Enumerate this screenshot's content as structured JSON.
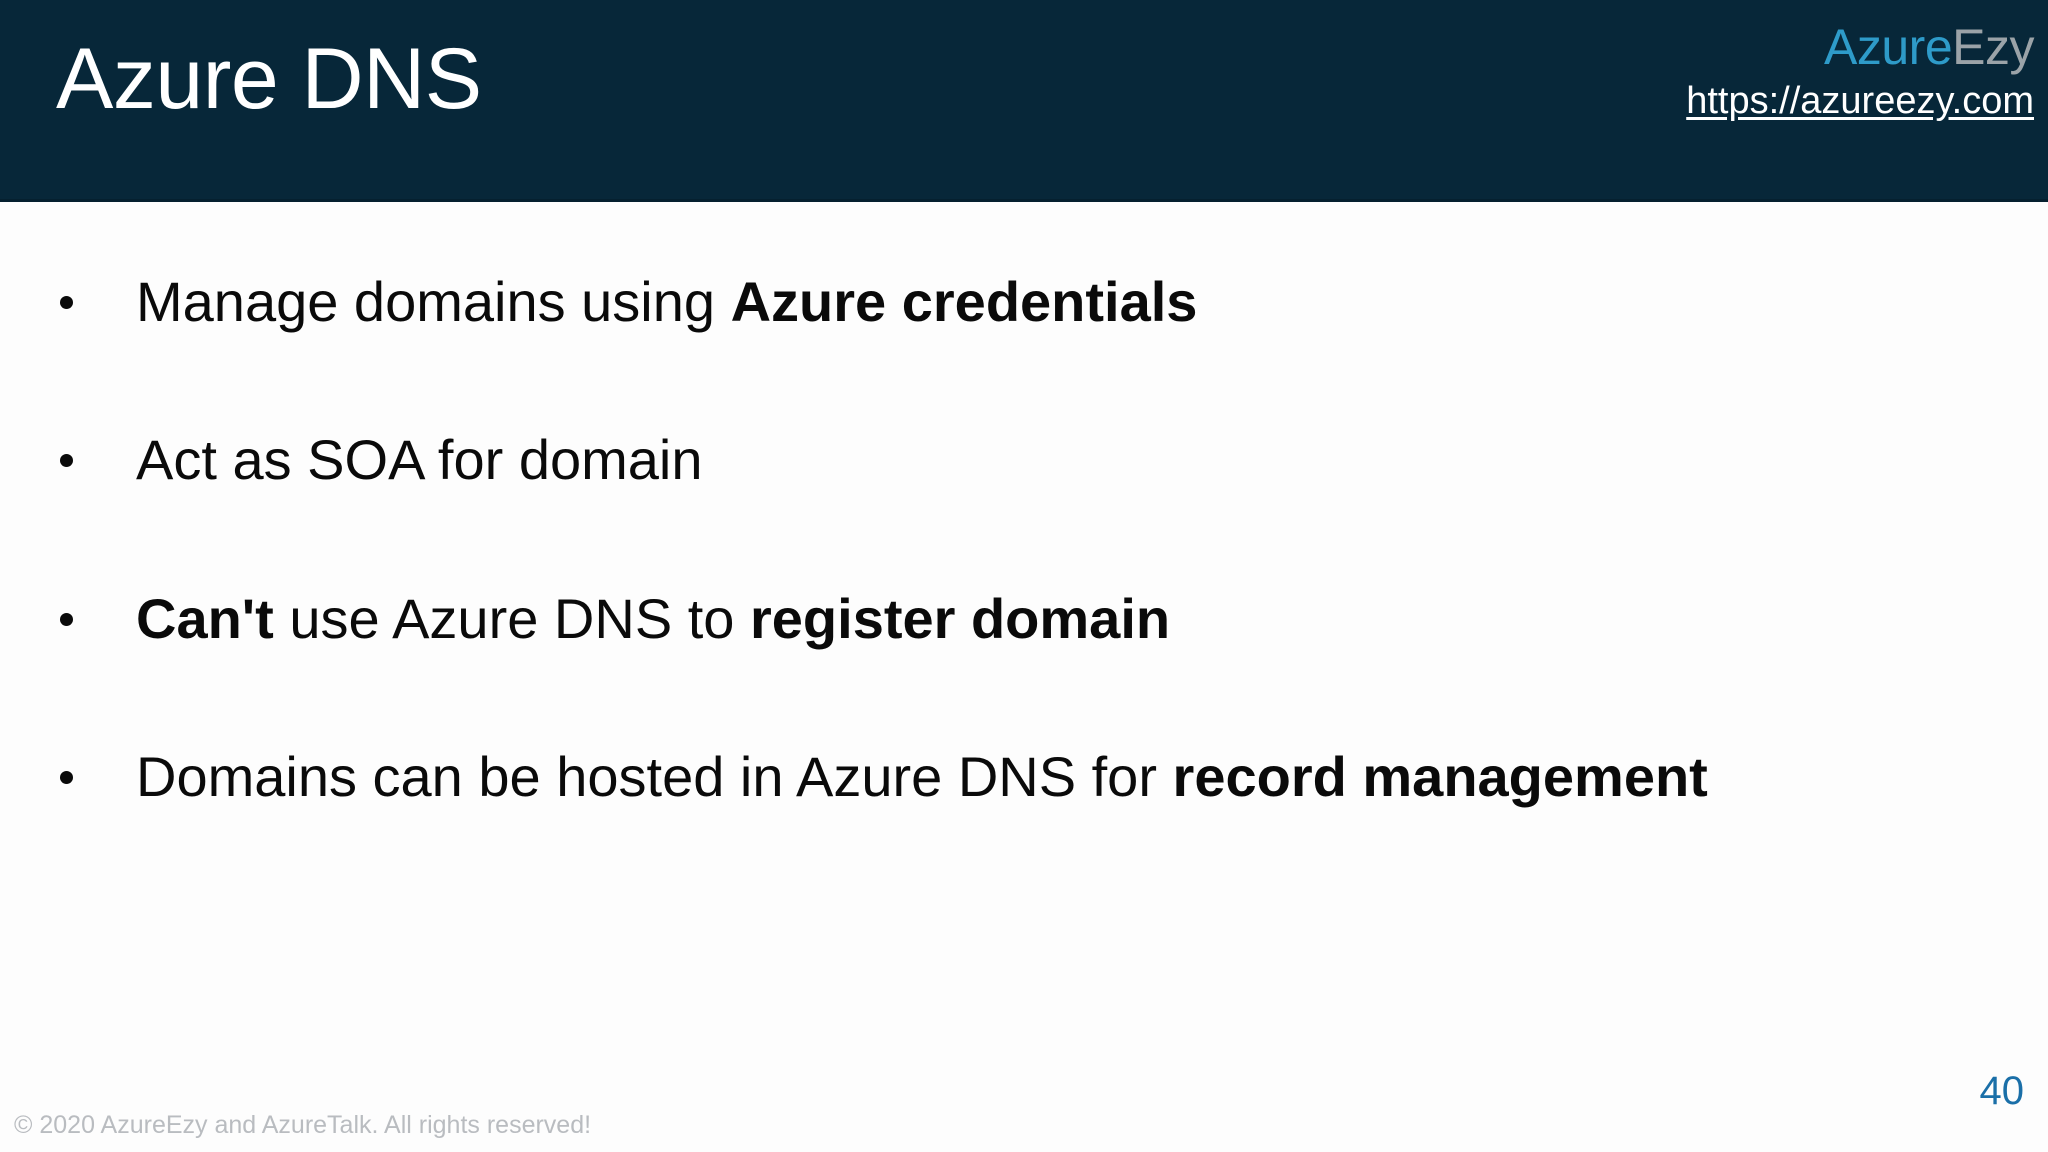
{
  "header": {
    "title": "Azure DNS",
    "background_color": "#072739",
    "brand": {
      "logo_part1": "Azure",
      "logo_part2": "Ezy",
      "logo_color1": "#2E9BC9",
      "logo_color2": "#9BA3A8",
      "url": "https://azureezy.com"
    }
  },
  "body": {
    "bullets": [
      {
        "segments": [
          {
            "text": "Manage domains using ",
            "bold": false
          },
          {
            "text": "Azure credentials",
            "bold": true
          }
        ]
      },
      {
        "segments": [
          {
            "text": "Act as SOA for domain",
            "bold": false
          }
        ]
      },
      {
        "segments": [
          {
            "text": "Can't",
            "bold": true
          },
          {
            "text": " use Azure DNS to ",
            "bold": false
          },
          {
            "text": "register domain",
            "bold": true
          }
        ]
      },
      {
        "segments": [
          {
            "text": "Domains can be hosted in Azure DNS for ",
            "bold": false
          },
          {
            "text": "record management",
            "bold": true
          }
        ]
      }
    ]
  },
  "footer": {
    "copyright": "© 2020 AzureEzy and AzureTalk. All rights reserved!",
    "page_number": "40",
    "page_number_color": "#1A6FA8"
  }
}
